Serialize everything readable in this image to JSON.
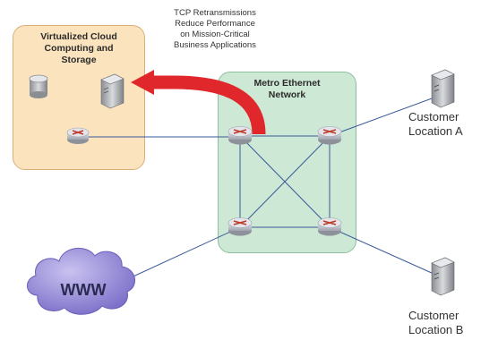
{
  "note": "TCP Retransmissions\nReduce Performance\non Mission-Critical\nBusiness Applications",
  "cloud_box": {
    "title": "Virtualized Cloud\nComputing and\nStorage"
  },
  "metro_box": {
    "title": "Metro Ethernet\nNetwork"
  },
  "customer_a": {
    "label": "Customer\nLocation A"
  },
  "customer_b": {
    "label": "Customer\nLocation B"
  },
  "internet": {
    "label": "WWW"
  },
  "colors": {
    "arrow": "#e0282c",
    "cloud_box_fill": "#fbe3bd",
    "metro_box_fill": "#cde8d5",
    "link": "#3a5a9a",
    "router": "#c0c4cc",
    "router_mark": "#c0392b",
    "internet_cloud": "#9a8ed6"
  }
}
